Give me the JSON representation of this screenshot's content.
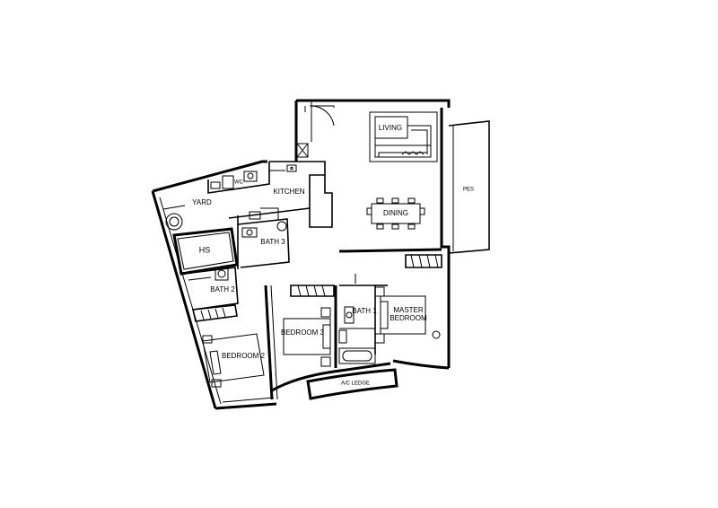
{
  "floor_plan": {
    "rooms": {
      "living": "LIVING",
      "dining": "DINING",
      "pes": "PES",
      "kitchen": "KITCHEN",
      "wc": "WC",
      "yard": "YARD",
      "hs": "HS",
      "bath3": "BATH 3",
      "bath2": "BATH 2",
      "bath1": "BATH 1",
      "master_bedroom_line1": "MASTER",
      "master_bedroom_line2": "BEDROOM",
      "bedroom3": "BEDROOM 3",
      "bedroom2": "BEDROOM 2",
      "ac_ledge": "A/C LEDGE"
    }
  }
}
